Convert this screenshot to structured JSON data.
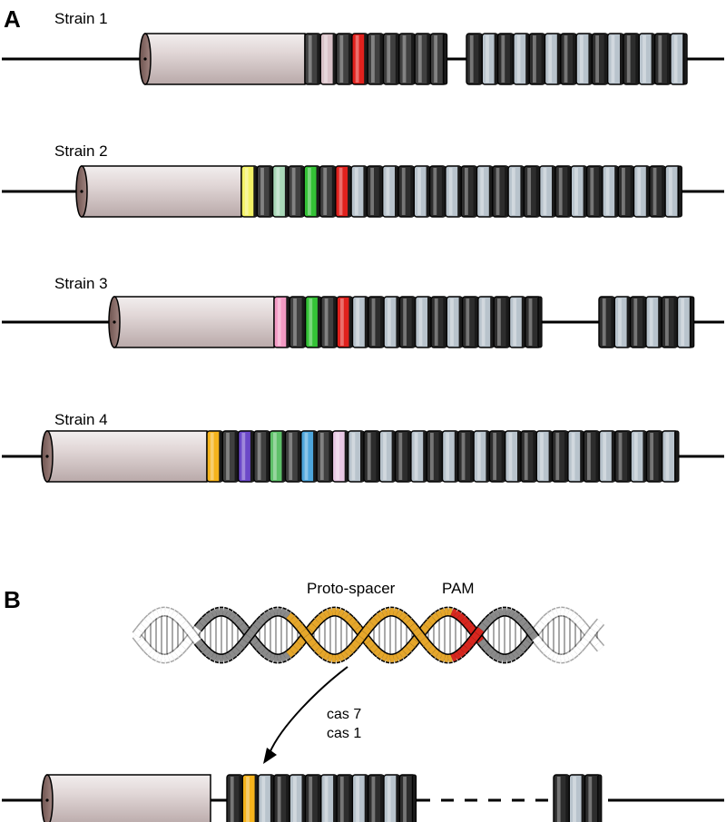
{
  "panel_a": {
    "letter": "A",
    "strains": [
      {
        "label": "Strain 1",
        "spacers": [
          "#404040",
          "#d9c2c8",
          "#404040",
          "#e0211d",
          "#404040",
          "#404040",
          "#404040",
          "#404040",
          "#404040"
        ],
        "segments": [
          {
            "repeat_pattern": [
              true,
              true,
              true,
              true,
              true,
              true,
              true,
              true,
              true,
              true,
              true
            ]
          }
        ]
      },
      {
        "label": "Strain 2",
        "spacers": [
          "#f3f266",
          "#404040",
          "#a9d8b8",
          "#404040",
          "#34c236",
          "#404040",
          "#e0211d"
        ]
      },
      {
        "label": "Strain 3",
        "spacers": [
          "#f39ac4",
          "#404040",
          "#34c236",
          "#404040",
          "#e0211d"
        ]
      },
      {
        "label": "Strain 4",
        "spacers": [
          "#f5b31c",
          "#404040",
          "#6b48c8",
          "#404040",
          "#5fc16a",
          "#404040",
          "#4ea6dc",
          "#404040",
          "#e8c8e4"
        ]
      }
    ]
  },
  "panel_b": {
    "letter": "B",
    "protospacer_label": "Proto-spacer",
    "pam_label": "PAM",
    "cas_labels": [
      "cas 7",
      "cas 1"
    ],
    "new_spacer_color": "#f5b31c"
  },
  "colors": {
    "leader": "#ddd3d3",
    "leader_cap": "#8c6c68",
    "repeat_dark": "#2d2d2d",
    "spacer_light": "#b8c3cc",
    "pam": "#d7261e",
    "protospacer": "#e5a62a"
  }
}
